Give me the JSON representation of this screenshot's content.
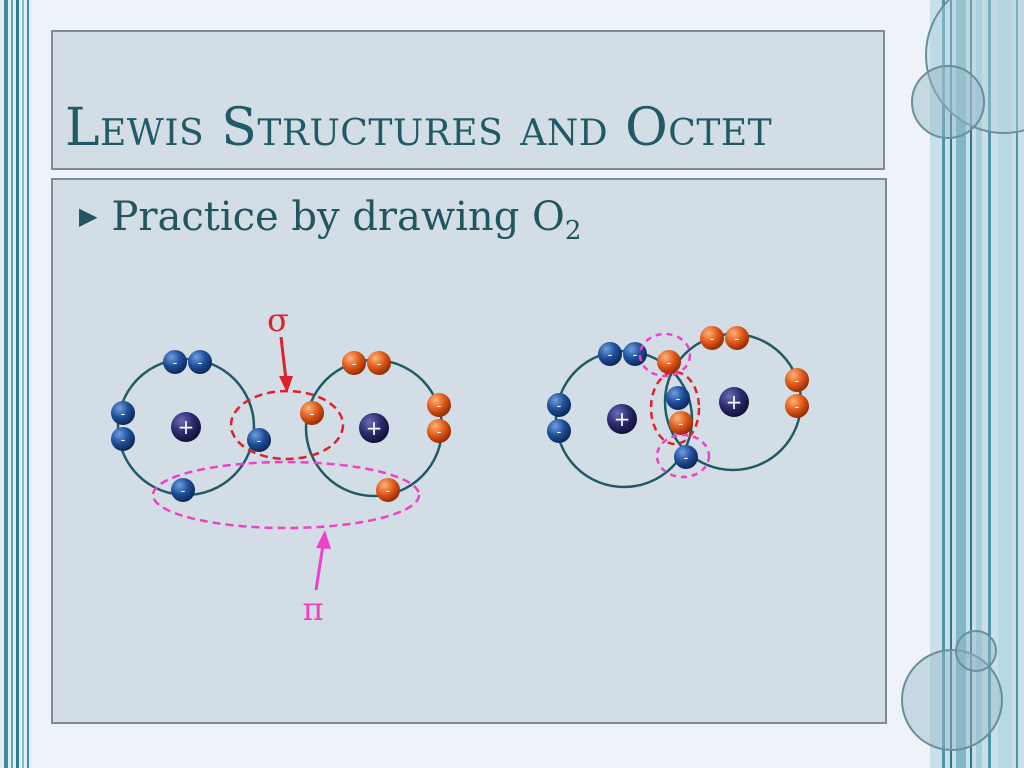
{
  "slide": {
    "title": "Lewis Structures and Octet",
    "bullet": {
      "text": "Practice by drawing O",
      "subscript": "2"
    }
  },
  "diagram": {
    "sigma_label": "σ",
    "pi_label": "π",
    "positive_sign": "+",
    "negative_sign": "-",
    "colors": {
      "electron_blue": "#1f4f99",
      "electron_orange": "#e05a1a",
      "nucleus": "#2b2c6e",
      "orbit": "#1f5a66",
      "sigma": "#e0202a",
      "pi": "#f040c8"
    }
  }
}
